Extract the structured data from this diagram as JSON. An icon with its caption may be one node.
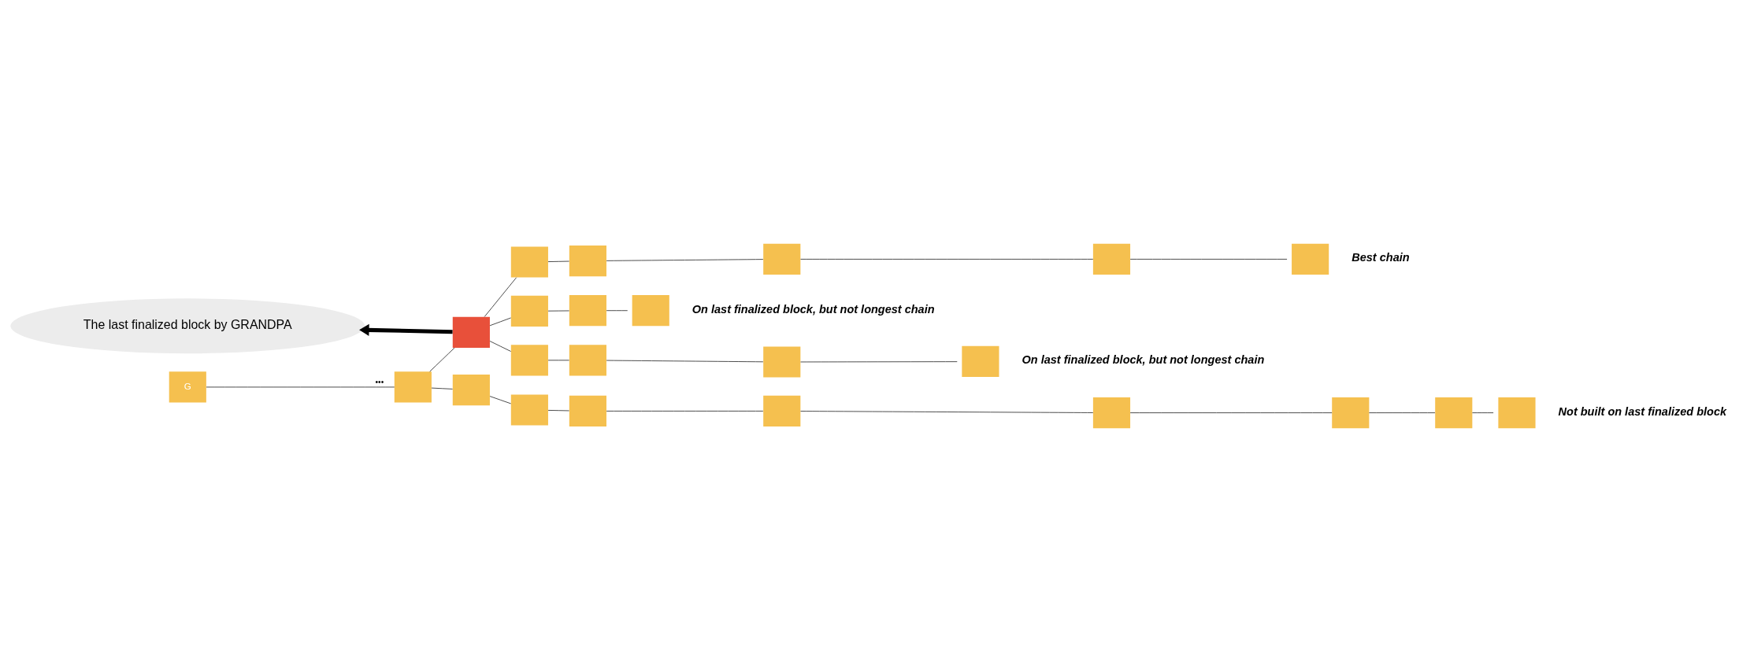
{
  "diagram": {
    "nodes": [
      {
        "text": [
          "The last finalized block by GRANDPA"
        ]
      },
      {
        "text": [
          "G"
        ]
      },
      {
        "text": [],
        "shape": "box"
      },
      {
        "text": [],
        "shape": "box"
      },
      {
        "text": [],
        "shape": "box"
      },
      {
        "text": [],
        "shape": "box"
      },
      {
        "text": [],
        "shape": "box"
      },
      {
        "text": [],
        "shape": "box"
      },
      {
        "text": [],
        "shape": "box"
      },
      {
        "text": [],
        "shape": "box",
        "beside": [
          "Best chain"
        ]
      },
      {
        "text": [],
        "shape": "box"
      },
      {
        "text": [],
        "shape": "box"
      },
      {
        "text": [],
        "shape": "box",
        "beside": [
          "On last finalized block, but not longest chain"
        ]
      },
      {
        "text": [],
        "shape": "box"
      },
      {
        "text": [],
        "shape": "box"
      },
      {
        "text": [],
        "shape": "box"
      },
      {
        "text": [],
        "shape": "box",
        "beside": [
          "On last finalized block, but not longest chain"
        ]
      },
      {
        "text": [],
        "shape": "box"
      },
      {
        "text": [],
        "shape": "box"
      },
      {
        "text": [],
        "shape": "box"
      },
      {
        "text": [],
        "shape": "box"
      },
      {
        "text": [],
        "shape": "box"
      },
      {
        "text": [],
        "shape": "box"
      },
      {
        "text": [],
        "shape": "box",
        "beside": [
          "Not built on last finalized block"
        ]
      }
    ],
    "edges": [
      {
        "from": 1,
        "to": 2,
        "arrow": "none",
        "label": "•••"
      },
      {
        "from": 2,
        "to": 3,
        "arrow": "none"
      },
      {
        "from": 2,
        "to": 4,
        "arrow": "none"
      },
      {
        "from": 3,
        "to": 0,
        "arrow": "to",
        "style": "thick"
      },
      {
        "from": 3,
        "to": 5,
        "arrow": "none"
      },
      {
        "from": 5,
        "to": 6,
        "arrow": "none"
      },
      {
        "from": 6,
        "to": 7,
        "arrow": "none"
      },
      {
        "from": 7,
        "to": 8,
        "arrow": "none"
      },
      {
        "from": 8,
        "to": 9,
        "arrow": "none"
      },
      {
        "from": 3,
        "to": 10,
        "arrow": "none"
      },
      {
        "from": 10,
        "to": 11,
        "arrow": "none"
      },
      {
        "from": 11,
        "to": 12,
        "arrow": "none"
      },
      {
        "from": 3,
        "to": 13,
        "arrow": "none"
      },
      {
        "from": 13,
        "to": 14,
        "arrow": "none"
      },
      {
        "from": 14,
        "to": 15,
        "arrow": "none"
      },
      {
        "from": 15,
        "to": 16,
        "arrow": "none"
      },
      {
        "from": 4,
        "to": 17,
        "arrow": "none"
      },
      {
        "from": 17,
        "to": 18,
        "arrow": "none"
      },
      {
        "from": 18,
        "to": 19,
        "arrow": "none"
      },
      {
        "from": 19,
        "to": 20,
        "arrow": "none"
      },
      {
        "from": 20,
        "to": 21,
        "arrow": "none"
      },
      {
        "from": 21,
        "to": 22,
        "arrow": "none"
      },
      {
        "from": 22,
        "to": 23,
        "arrow": "none"
      }
    ]
  }
}
